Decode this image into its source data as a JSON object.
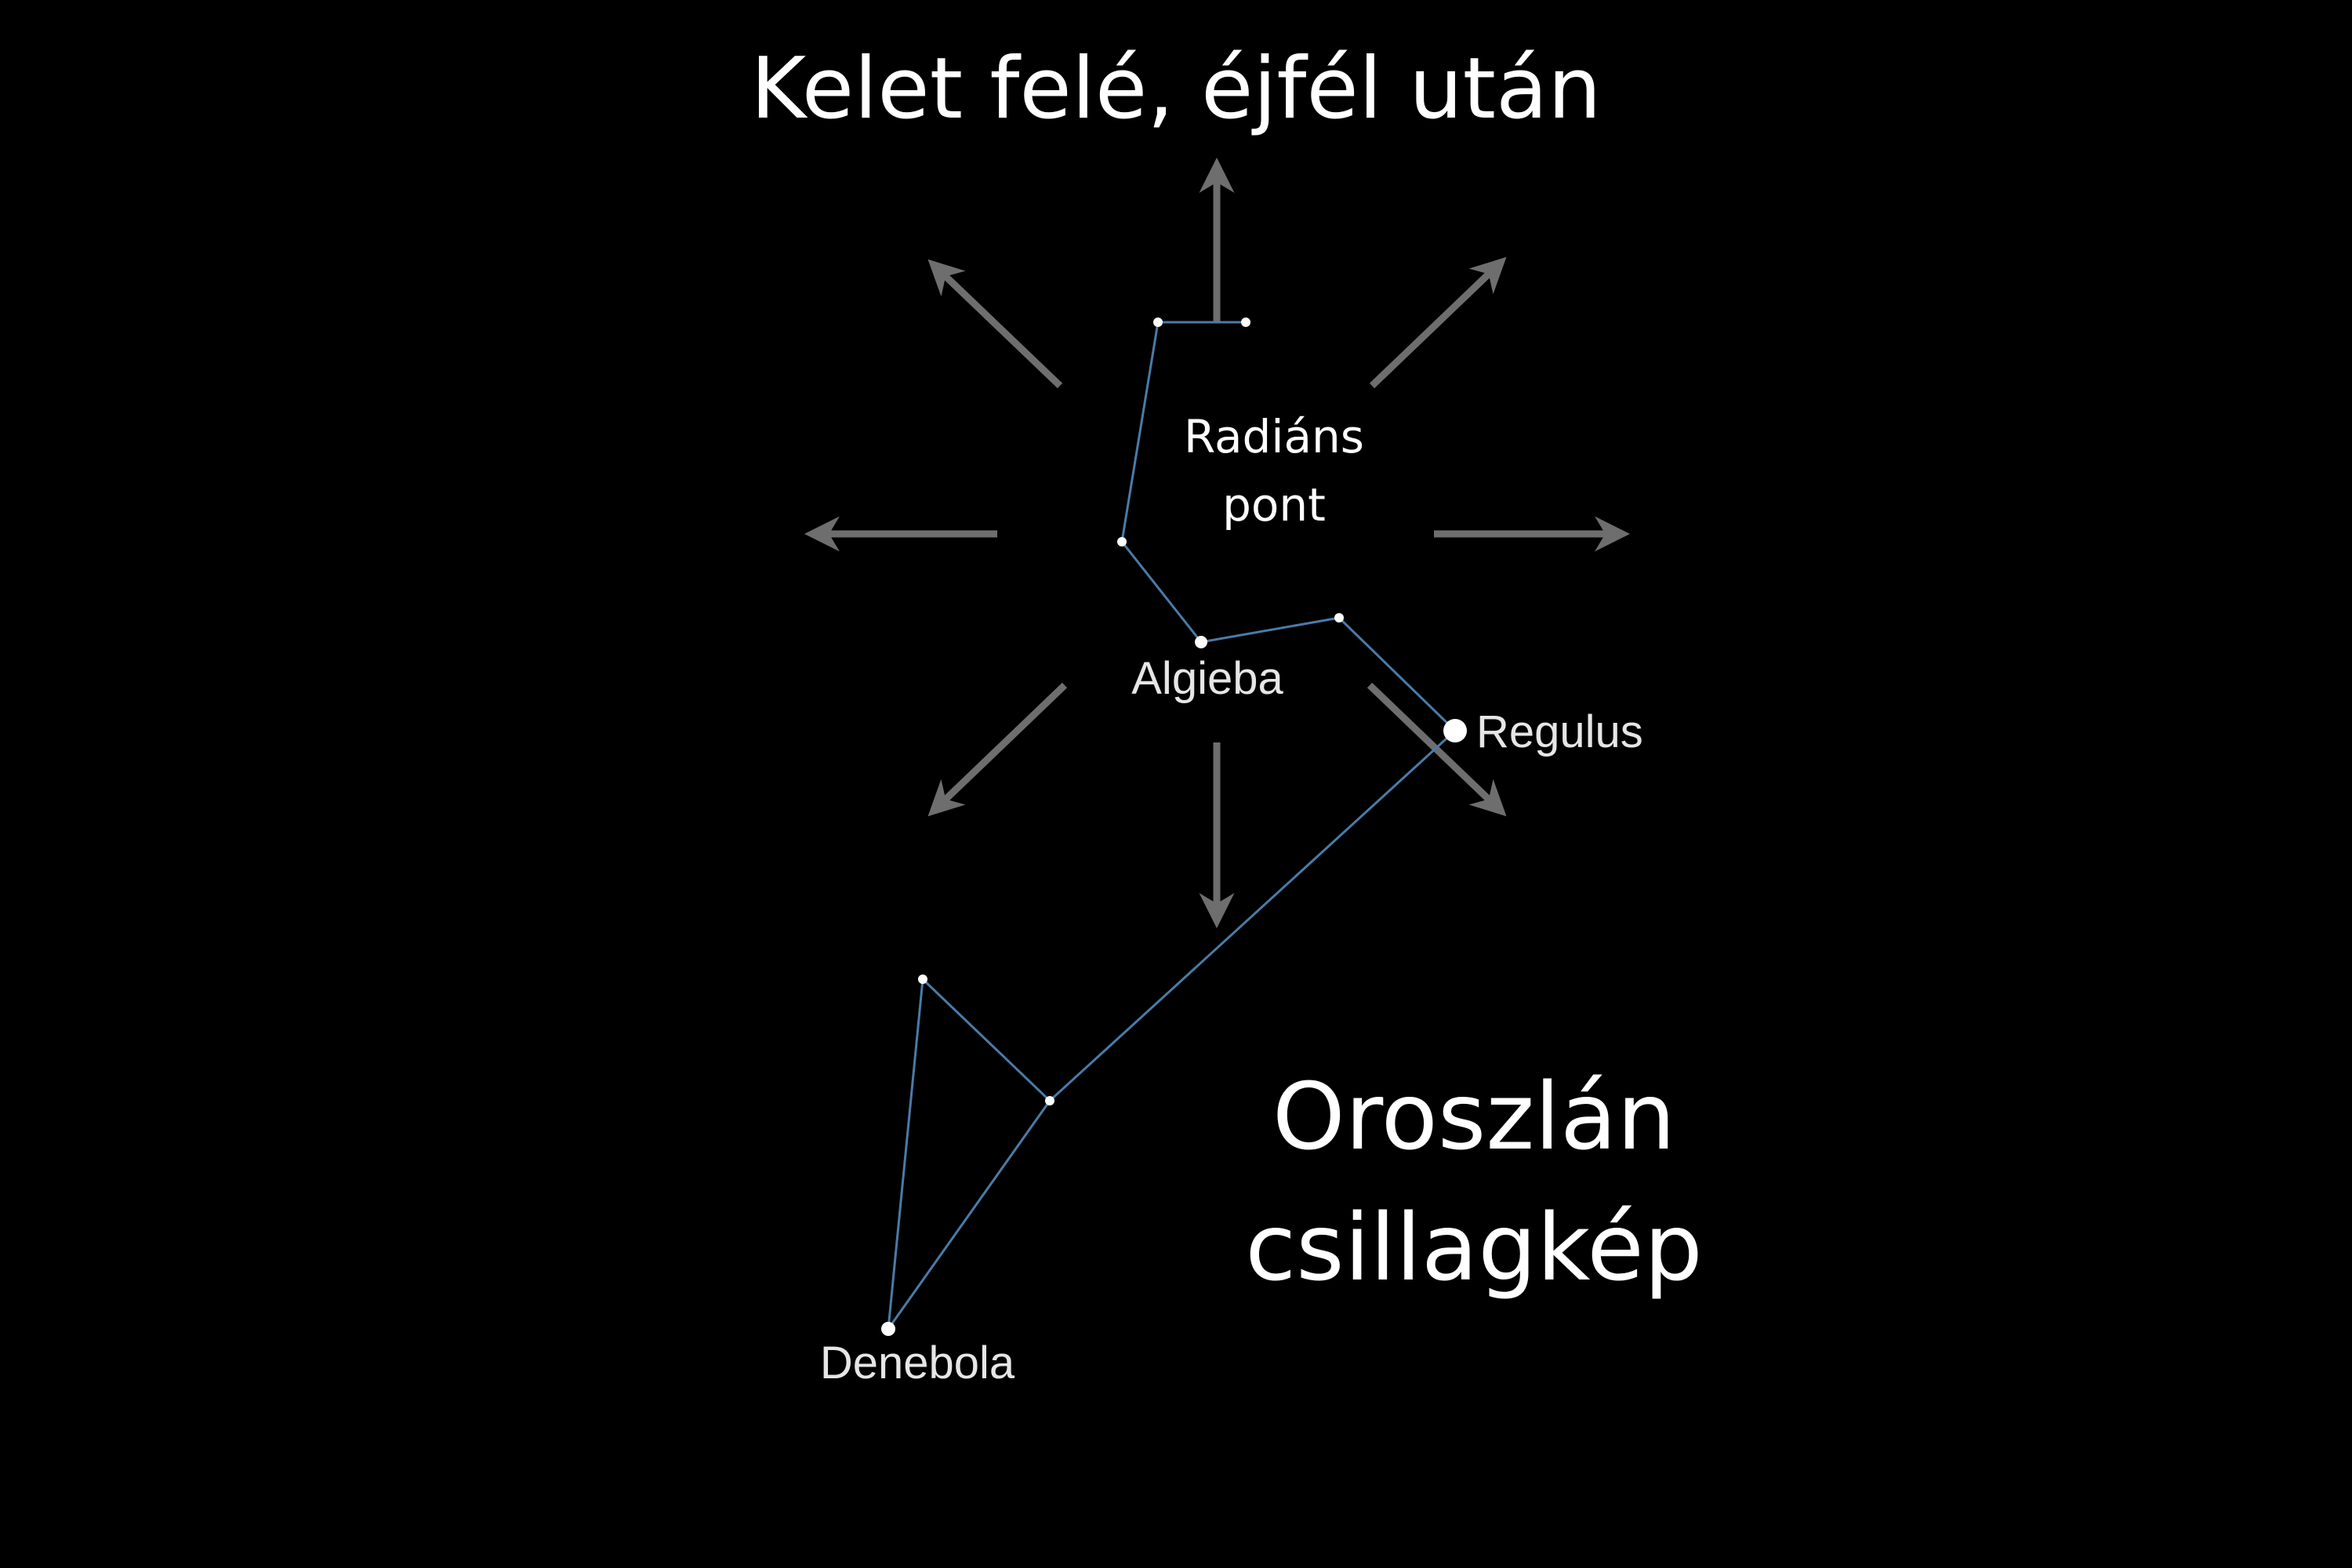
{
  "title": "Kelet felé, éjfél után",
  "radiant": {
    "line1": "Radiáns",
    "line2": "pont"
  },
  "stars": {
    "algieba": "Algieba",
    "regulus": "Regulus",
    "denebola": "Denebola"
  },
  "constellation": {
    "line1": "Oroszlán",
    "line2": "csillagkép"
  },
  "colors": {
    "background": "#000000",
    "arrow": "#6e6e6e",
    "line": "#4a7ba8",
    "star": "#ffffff"
  }
}
